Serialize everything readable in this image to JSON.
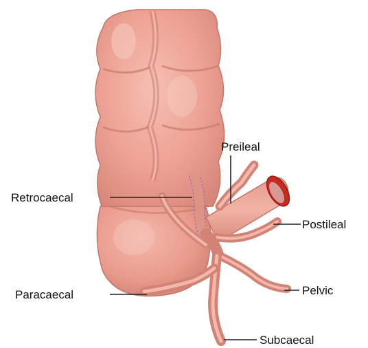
{
  "labels": {
    "preileal": "Preileal",
    "retrocaecal": "Retrocaecal",
    "postileal": "Postileal",
    "paracaecal": "Paracaecal",
    "pelvic": "Pelvic",
    "subcaecal": "Subcaecal"
  },
  "colors": {
    "tissue": "#eda294",
    "tissue_dark": "#c9766a",
    "tissue_shadow": "#d98a7c",
    "highlight": "#f7c6bb",
    "lumen": "#c62a22",
    "line": "#222222"
  }
}
